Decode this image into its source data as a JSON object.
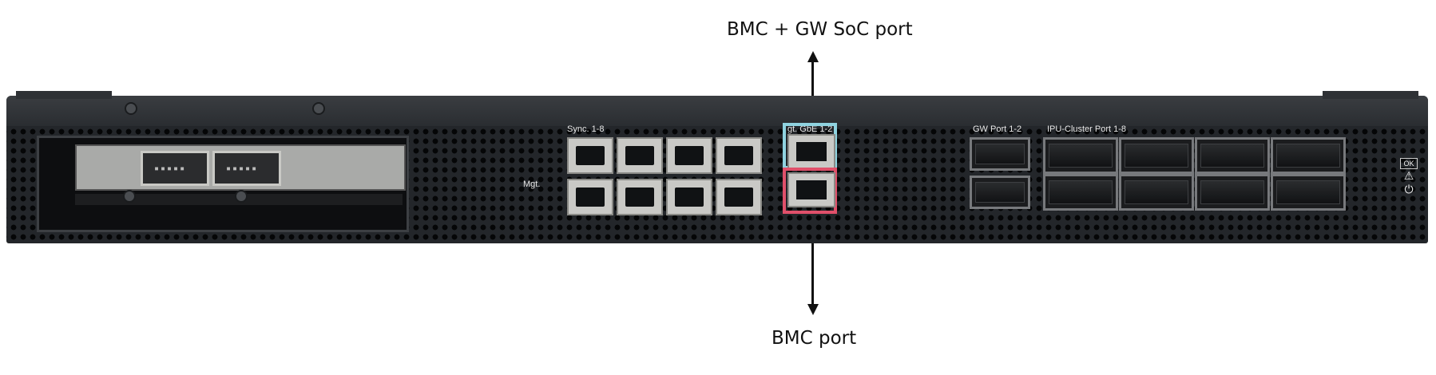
{
  "callouts": {
    "top_label": "BMC + GW SoC port",
    "bottom_label": "BMC port"
  },
  "panel": {
    "sync_label": "Sync. 1-8",
    "mgt_label": "Mgt.",
    "mgt_gbe_label": "gt. GbE 1-2",
    "gw_port_label": "GW Port 1-2",
    "ipu_cluster_label": "IPU-Cluster Port 1-8",
    "status_ok": "OK",
    "warning_symbol": "⚠",
    "power_symbol": "⏻"
  },
  "colors": {
    "highlight_top": "#8fd3e0",
    "highlight_bottom": "#e0506a"
  }
}
